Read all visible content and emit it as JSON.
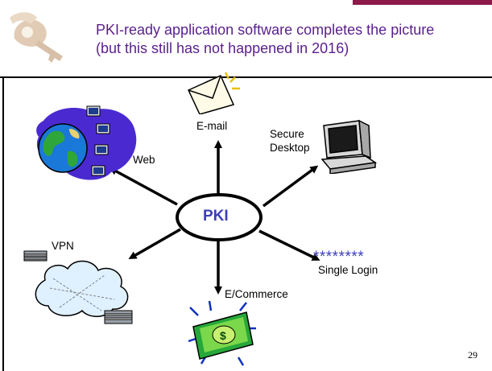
{
  "slide": {
    "title_line1": "PKI-ready application software completes the picture",
    "title_line2": "(but this still has not happened in 2016)",
    "page_number": "29"
  },
  "diagram": {
    "center_label": "PKI",
    "nodes": {
      "email": "E-mail",
      "secure_desktop_line1": "Secure",
      "secure_desktop_line2": "Desktop",
      "web": "Web",
      "vpn": "VPN",
      "single_login_stars": "********",
      "single_login": "Single Login",
      "ecommerce": "E/Commerce"
    },
    "icons": [
      "key-icon",
      "envelope-icon",
      "globe-network-icon",
      "desktop-computer-icon",
      "cloud-vpn-icon",
      "money-icon"
    ]
  },
  "colors": {
    "title": "#5a1f8c",
    "accent_bar": "#8b1a4a",
    "pki_text": "#3d3fb8",
    "border": "#000000"
  }
}
